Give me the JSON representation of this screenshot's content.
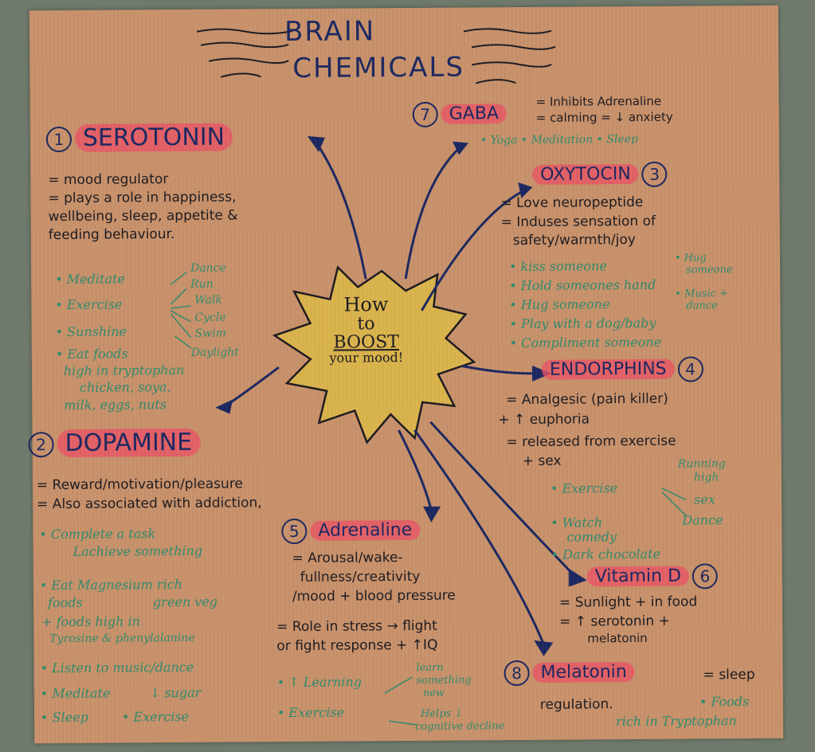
{
  "title_line1": "BRAIN",
  "title_line2": "CHEMICALS",
  "center": {
    "line1": "How",
    "line2": "to",
    "line3": "BOOST",
    "line4": "your mood!"
  },
  "serotonin": {
    "num": "1",
    "name": "SEROTONIN",
    "lines": [
      "= mood regulator",
      "= plays a role in happiness,",
      "wellbeing, sleep, appetite &",
      "feeding behaviour."
    ],
    "tips": [
      "• Meditate",
      "• Exercise",
      "• Sunshine",
      "• Eat foods",
      "high in tryptophan",
      "chicken, soya,",
      "milk, eggs, nuts"
    ],
    "exercise_types": [
      "Dance",
      "Run",
      "Walk",
      "Cycle",
      "Swim"
    ],
    "daylight": "Daylight"
  },
  "gaba": {
    "num": "7",
    "name": "GABA",
    "lines": [
      "= Inhibits Adrenaline",
      "= calming = ↓ anxiety"
    ],
    "tips": "• Yoga  • Meditation  • Sleep"
  },
  "oxytocin": {
    "num": "3",
    "name": "OXYTOCIN",
    "lines": [
      "= Love neuropeptide",
      "= Induses sensation of",
      "safety/warmth/joy"
    ],
    "tips": [
      "• kiss someone",
      "• Hold someones hand",
      "• Hug someone",
      "• Play with a dog/baby",
      "• Compliment someone"
    ],
    "extra": [
      "• Hug",
      "someone",
      "• Music +",
      "dance"
    ]
  },
  "endorphins": {
    "num": "4",
    "name": "ENDORPHINS",
    "lines": [
      "= Analgesic (pain killer)",
      "+ ↑ euphoria",
      "= released from exercise",
      "+ sex"
    ],
    "tips": [
      "• Exercise",
      "• Watch",
      "comedy",
      "• Dark chocolate"
    ],
    "exercise_types": [
      "Running",
      "high",
      "sex",
      "Dance"
    ]
  },
  "dopamine": {
    "num": "2",
    "name": "DOPAMINE",
    "lines": [
      "= Reward/motivation/pleasure",
      "= Also associated with addiction,"
    ],
    "tips": [
      "• Complete a task",
      "Lachieve something",
      "• Eat Magnesium rich",
      "foods",
      "green veg",
      "+ foods high in",
      "Tyrosine & phenylalanine",
      "• Listen to music/dance",
      "• Meditate",
      "• Sleep",
      "• Exercise",
      "↓ sugar"
    ]
  },
  "adrenaline": {
    "num": "5",
    "name": "Adrenaline",
    "lines": [
      "= Arousal/wake-",
      "fullness/creativity",
      "/mood + blood pressure",
      "= Role in stress → flight",
      "or fight response + ↑IQ"
    ],
    "tips": [
      "• ↑ Learning",
      "• Exercise"
    ],
    "learn": [
      "learn",
      "something",
      "new"
    ],
    "helps": [
      "Helps ↓",
      "cognitive decline"
    ]
  },
  "vitamin_d": {
    "num": "6",
    "name": "Vitamin D",
    "lines": [
      "= Sunlight + in food",
      "= ↑ serotonin +",
      "melatonin"
    ]
  },
  "melatonin": {
    "num": "8",
    "name": "Melatonin",
    "lines": [
      "= sleep",
      "regulation."
    ],
    "tips": [
      "• Foods",
      "rich in Tryptophan"
    ]
  }
}
